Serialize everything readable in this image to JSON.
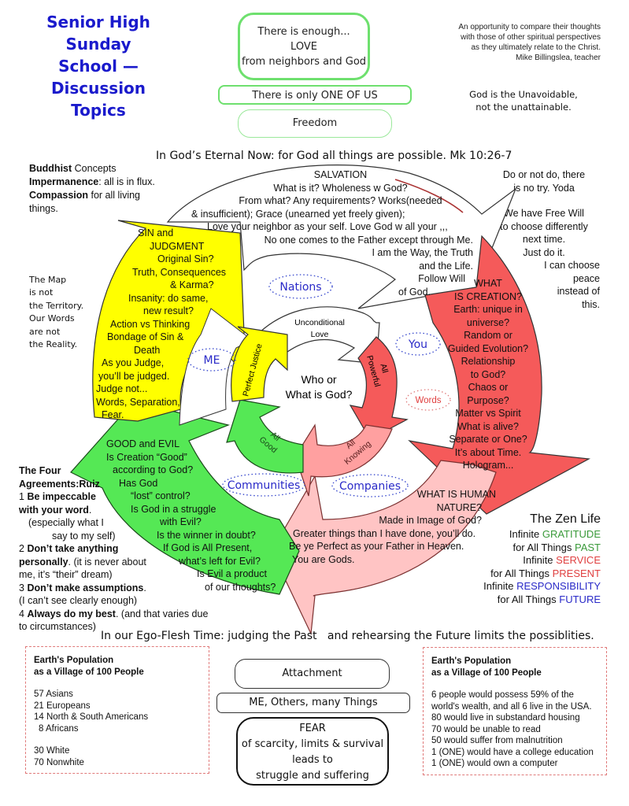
{
  "title_lines": [
    "Senior High Sunday",
    "School — Discussion",
    "Topics"
  ],
  "top_boxes": {
    "enough": [
      "There is enough...",
      "LOVE",
      "from neighbors and God"
    ],
    "one_of_us": "There is only ONE OF US",
    "freedom": "Freedom"
  },
  "intro_note": [
    "An opportunity to compare their thoughts",
    "with those of other spiritual perspectives",
    "as they ultimately relate to the Christ.",
    "Mike Billingslea, teacher"
  ],
  "unavoidable_note": [
    "God is the Unavoidable,",
    "not the unattainable."
  ],
  "eternal_now": "In God’s Eternal Now: for God all things are possible. Mk 10:26-7",
  "ego_time": "In our Ego-Flesh Time: judging the Past   and rehearsing the Future limits the possiblities.",
  "buddhist": {
    "lines": [
      {
        "bold": "Buddhist",
        "rest": " Concepts"
      },
      {
        "bold": "Impermanence",
        "rest": ": all is in flux."
      },
      {
        "bold": "Compassion",
        "rest": " for all living"
      },
      {
        "bold": "",
        "rest": "things."
      }
    ]
  },
  "map_note": [
    "The Map",
    "is not",
    "the Territory.",
    "Our Words",
    "are not",
    "the Reality."
  ],
  "yoda_note": [
    "Do or not do, there",
    "is no try.  Yoda",
    "",
    "We have Free Will",
    "to choose differently",
    "next time.",
    "Just do it.",
    "I can choose",
    "peace",
    "instead of",
    "this."
  ],
  "salvation": [
    "SALVATION",
    "What is it? Wholeness w God?",
    "From what?  Any requirements?  Works(needed",
    "& insufficient); Grace (unearned yet freely given);",
    "Love your neighbor as your self. Love God w all your ,,,",
    "No one comes to the Father except through Me.",
    "I am the Way, the Truth",
    "and the Life.",
    "Follow Will",
    "of God."
  ],
  "sin_judgment": [
    "SIN and",
    "JUDGMENT",
    "Original Sin?",
    "Truth, Consequences",
    "& Karma?",
    "Insanity: do same,",
    "new result?",
    "Action vs Thinking",
    "Bondage of Sin &",
    "Death",
    "As you Judge,",
    "you’ll be judged.",
    "Judge not...",
    "Words, Separation,",
    "Fear."
  ],
  "creation": [
    "WHAT",
    "IS CREATION?",
    "Earth: unique in",
    "universe?",
    "Random or",
    "Guided Evolution?",
    "Relationship",
    "to God?",
    "Chaos or",
    "Purpose?",
    "Matter vs Spirit",
    "What is alive?",
    "Separate or One?",
    "It’s about Time.",
    "Hologram..."
  ],
  "good_evil": [
    "GOOD and EVIL",
    "Is Creation “Good”",
    "according to God?",
    "Has God",
    "“lost” control?",
    "Is God in a struggle",
    "with Evil?",
    "Is the winner in doubt?",
    "If God is All Present,",
    "what’s left for Evil?",
    "Is Evil a product",
    "of our thoughts?"
  ],
  "human_nature": [
    "WHAT IS HUMAN",
    "NATURE?",
    "Made in Image of God?",
    "Greater things than I have done, you’ll do.",
    "Be ye Perfect as your Father in Heaven.",
    "You are Gods."
  ],
  "inner_ring": {
    "center": [
      "Who or",
      "What is God?"
    ],
    "unconditional": [
      "Unconditional",
      "Love"
    ],
    "powerful": [
      "All",
      "Powerful"
    ],
    "knowing": [
      "All",
      "Knowing"
    ],
    "good": [
      "All",
      "Good"
    ],
    "justice": "Perfect Justice"
  },
  "dot_labels": {
    "nations": "Nations",
    "me": "ME",
    "you": "You",
    "words": "Words",
    "communities": "Communities",
    "companies": "Companies"
  },
  "colors": {
    "yellow": "#ffff00",
    "red": "#f55a5a",
    "green": "#55e855",
    "pink": "#ffc4c4",
    "title_blue": "#1a1acc",
    "label_blue": "#2a2ac8",
    "green_border": "#6ee06e"
  },
  "four_agreements": {
    "title1": "The Four",
    "title2": "Agreements:Ruiz",
    "items": [
      {
        "num": "1 ",
        "bold": "Be impeccable",
        "rest": ""
      },
      {
        "num": "",
        "bold": "with your word",
        "rest": "."
      },
      {
        "num": "",
        "bold": "",
        "rest": "   (especially what I"
      },
      {
        "num": "",
        "bold": "",
        "rest": "            say to my self)"
      },
      {
        "num": "2 ",
        "bold": "Don’t take anything",
        "rest": ""
      },
      {
        "num": "",
        "bold": "personally",
        "rest": ". (it is never about"
      },
      {
        "num": "",
        "bold": "",
        "rest": "me, it’s “their” dream)"
      },
      {
        "num": "3 ",
        "bold": "Don’t make assumptions",
        "rest": "."
      },
      {
        "num": "",
        "bold": "",
        "rest": "(I can’t see clearly enough)"
      },
      {
        "num": "4 ",
        "bold": "Always do my best",
        "rest": ". (and that varies due"
      },
      {
        "num": "",
        "bold": "",
        "rest": "to circumstances)"
      }
    ]
  },
  "zen_life": {
    "title": "The Zen Life",
    "lines": [
      {
        "pre": "Infinite ",
        "hl": "GRATITUDE",
        "color": "green"
      },
      {
        "pre": "for All Things ",
        "hl": "PAST",
        "color": "green"
      },
      {
        "pre": "Infinite ",
        "hl": "SERVICE",
        "color": "red"
      },
      {
        "pre": "for All Things ",
        "hl": "PRESENT",
        "color": "red"
      },
      {
        "pre": "Infinite ",
        "hl": "RESPONSIBILITY",
        "color": "blue"
      },
      {
        "pre": "for All Things ",
        "hl": "FUTURE",
        "color": "blue"
      }
    ]
  },
  "population_left": {
    "heading": [
      "Earth's Population",
      "as a Village of 100 People"
    ],
    "group1": [
      "57 Asians",
      "21 Europeans",
      "14 North & South Americans",
      "  8 Africans"
    ],
    "group2": [
      "30 White",
      "70 Nonwhite"
    ]
  },
  "population_right": {
    "heading": [
      "Earth's Population",
      "as a Village of 100 People"
    ],
    "lines": [
      "6 people would possess 59% of the",
      "world's wealth, and all 6 live in the USA.",
      "80 would live in substandard housing",
      "70 would be unable to read",
      "50 would suffer from malnutrition",
      "1 (ONE) would have a college education",
      "1 (ONE) would own a computer"
    ]
  },
  "bottom_boxes": {
    "attachment": "Attachment",
    "me_others": "ME, Others, many Things",
    "fear": [
      "FEAR",
      "of scarcity, limits & survival",
      "leads to",
      "struggle and suffering"
    ]
  }
}
